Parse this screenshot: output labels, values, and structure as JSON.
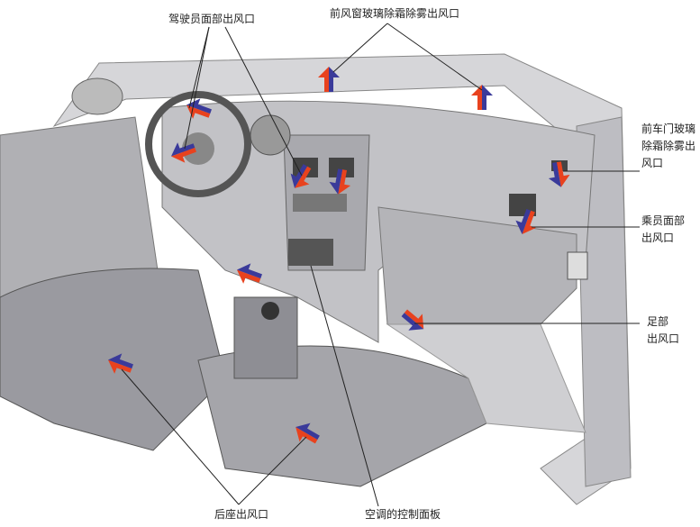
{
  "title": "汽车空调出风口位置示意图",
  "labels": {
    "driver_face_vent": "驾驶员面部出风口",
    "windshield_defrost_vent": "前风窗玻璃除霜除雾出风口",
    "door_window_defrost_vent": [
      "前车门玻璃",
      "除霜除雾出",
      "风口"
    ],
    "passenger_face_vent": [
      "乘员面部",
      "出风口"
    ],
    "foot_vent": [
      "足部",
      "出风口"
    ],
    "rear_seat_vent": "后座出风口",
    "control_panel": "空调的控制面板"
  },
  "colors": {
    "warm_arrow": "#e8421e",
    "cool_arrow": "#3a3a9a",
    "body": "#c9c9cc",
    "dash": "#b5b5b8"
  }
}
